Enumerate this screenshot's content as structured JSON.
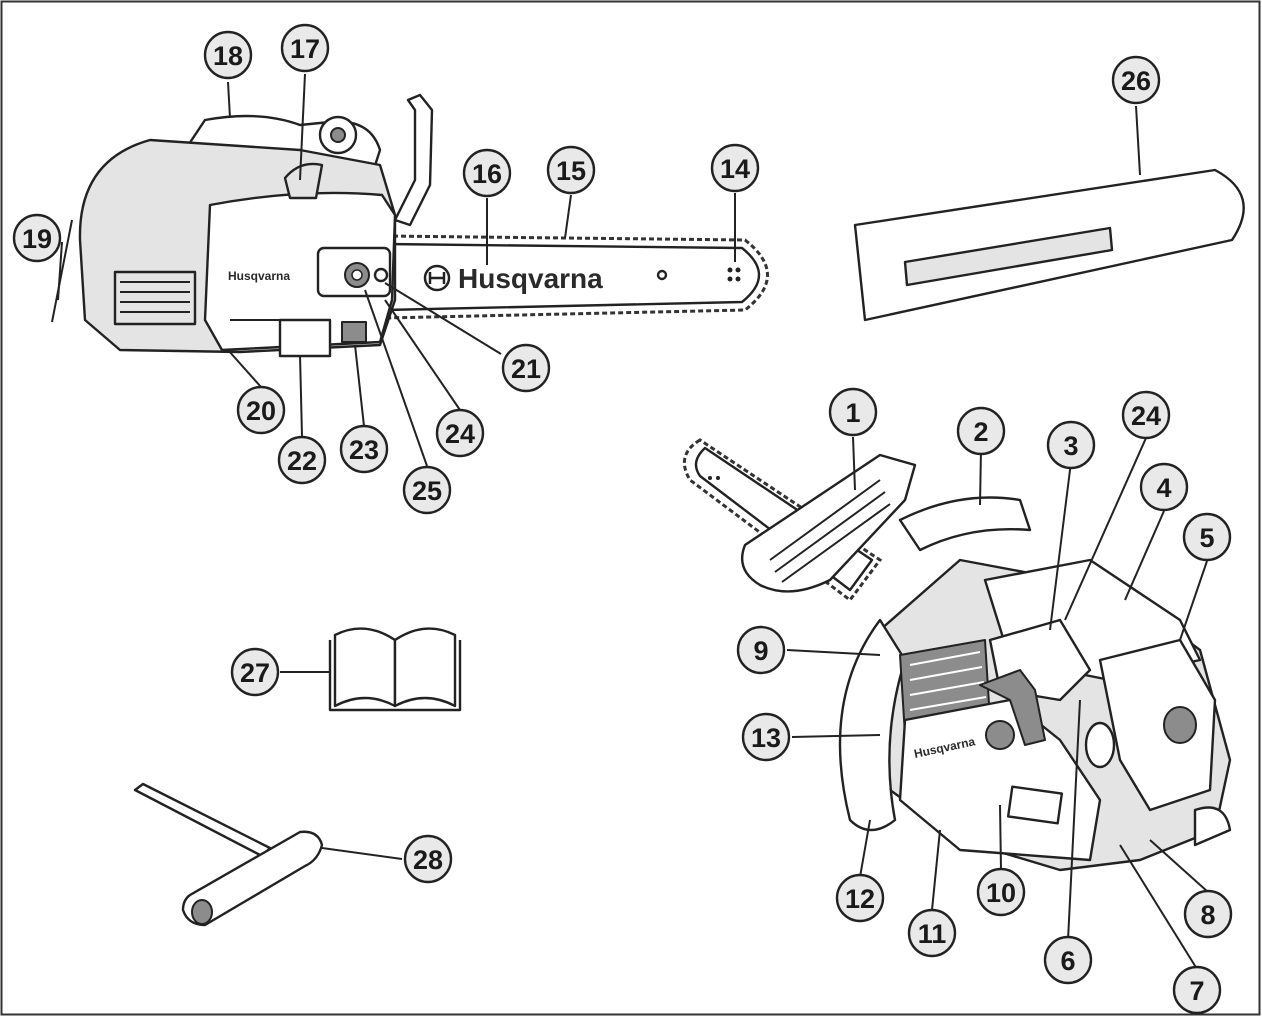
{
  "brand": {
    "bar_logo": "Husqvarna",
    "housing_logo": "Husqvarna",
    "housing_logo_2": "Husqvarna"
  },
  "callouts": [
    {
      "id": "1"
    },
    {
      "id": "2"
    },
    {
      "id": "3"
    },
    {
      "id": "4"
    },
    {
      "id": "5"
    },
    {
      "id": "6"
    },
    {
      "id": "7"
    },
    {
      "id": "8"
    },
    {
      "id": "9"
    },
    {
      "id": "10"
    },
    {
      "id": "11"
    },
    {
      "id": "12"
    },
    {
      "id": "13"
    },
    {
      "id": "14"
    },
    {
      "id": "15"
    },
    {
      "id": "16"
    },
    {
      "id": "17"
    },
    {
      "id": "18"
    },
    {
      "id": "19"
    },
    {
      "id": "20"
    },
    {
      "id": "21"
    },
    {
      "id": "22"
    },
    {
      "id": "23"
    },
    {
      "id": "24"
    },
    {
      "id": "24"
    },
    {
      "id": "25"
    },
    {
      "id": "26"
    },
    {
      "id": "27"
    },
    {
      "id": "28"
    }
  ],
  "colors": {
    "line": "#222222",
    "background": "#ffffff",
    "shade": "#e4e4e4"
  }
}
